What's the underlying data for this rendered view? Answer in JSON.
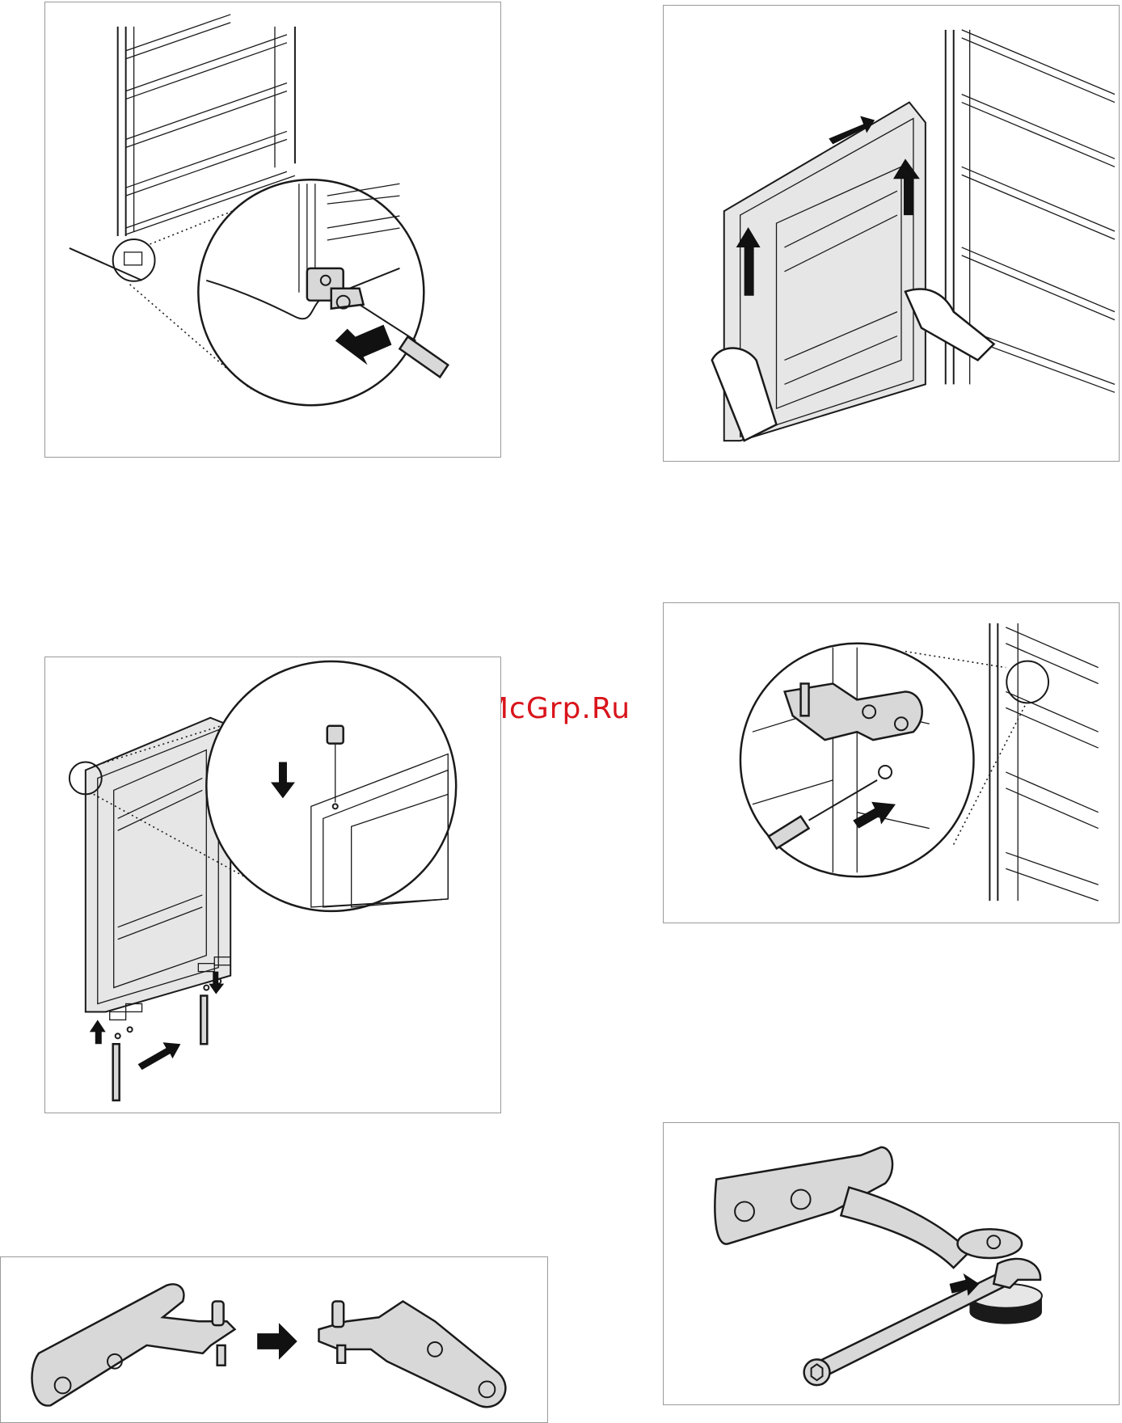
{
  "watermark": {
    "text": "McGrp.Ru",
    "color": "#d9141b"
  },
  "figures": [
    {
      "id": "fig-1",
      "icons": [
        "freezer-cabinet-icon",
        "hinge-zoom-circle-icon",
        "screwdriver-icon",
        "arrow-icon"
      ]
    },
    {
      "id": "fig-2",
      "icons": [
        "freezer-door-icon",
        "hands-icon",
        "lift-arrow-icon"
      ]
    },
    {
      "id": "fig-3",
      "icons": [
        "door-hinge-zoom-icon",
        "screwdriver-icon",
        "arrow-icon"
      ]
    },
    {
      "id": "fig-4",
      "icons": [
        "door-icon",
        "plug-icon",
        "screws-icon",
        "arrow-icon"
      ]
    },
    {
      "id": "fig-5",
      "icons": [
        "hinge-bracket-icon",
        "arrow-icon",
        "hinge-bracket-mirrored-icon"
      ]
    },
    {
      "id": "fig-6",
      "icons": [
        "hinge-icon",
        "wrench-icon",
        "foot-icon"
      ]
    }
  ]
}
